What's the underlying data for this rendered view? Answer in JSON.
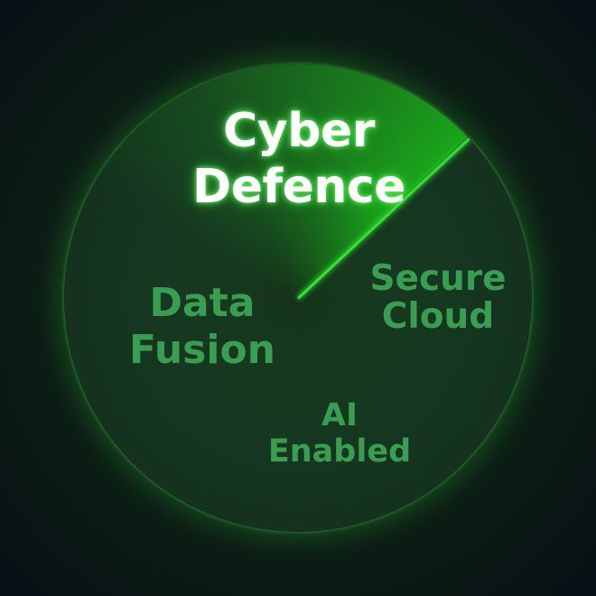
{
  "diagram": {
    "type": "radar-sweep",
    "colors": {
      "background": "#0b1a14",
      "radar_fill": "#153520",
      "sweep_wedge": "#1aa21a",
      "sweep_line": "#36e636",
      "highlight_text": "#ffffff",
      "label_text": "#3a9e52"
    },
    "highlighted": {
      "line1": "Cyber",
      "line2": "Defence"
    },
    "labels": [
      {
        "id": "data-fusion",
        "line1": "Data",
        "line2": "Fusion"
      },
      {
        "id": "secure-cloud",
        "line1": "Secure",
        "line2": "Cloud"
      },
      {
        "id": "ai-enabled",
        "line1": "AI",
        "line2": "Enabled"
      }
    ]
  }
}
